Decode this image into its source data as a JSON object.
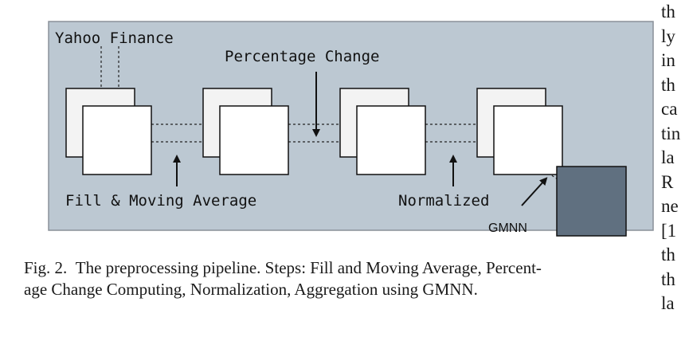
{
  "diagram": {
    "labels": {
      "source": "Yahoo Finance",
      "pct_change": "Percentage Change",
      "fill_ma": "Fill & Moving Average",
      "normalized": "Normalized",
      "gmnn": "GMNN"
    },
    "colors": {
      "panel_bg": "#bcc8d2",
      "panel_border": "#8a9099",
      "gmnn_fill": "#607080"
    }
  },
  "caption": {
    "fig_label": "Fig. 2.",
    "text": "The preprocessing pipeline. Steps: Fill and Moving Average, Percent-age Change Computing, Normalization, Aggregation using GMNN.",
    "line1": "The preprocessing pipeline. Steps: Fill and Moving Average, Percent-",
    "line2": "age Change Computing, Normalization, Aggregation using GMNN."
  },
  "side_text": [
    "th",
    "ly",
    "in",
    "th",
    "ca",
    "tin",
    "la",
    "R",
    "ne",
    "[1",
    "th",
    "th",
    "la"
  ]
}
